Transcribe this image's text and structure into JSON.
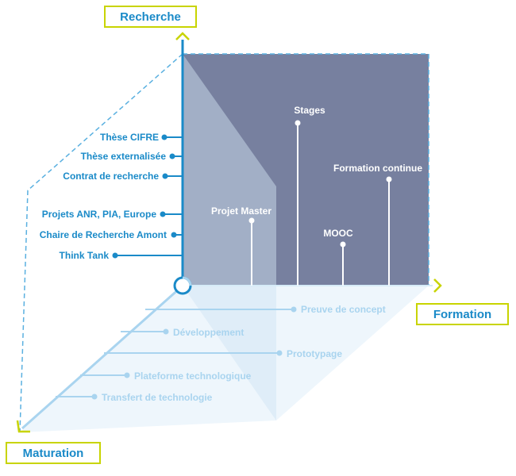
{
  "axes": {
    "recherche": "Recherche",
    "formation": "Formation",
    "maturation": "Maturation"
  },
  "recherche_items": [
    "Thèse CIFRE",
    "Thèse externalisée",
    "Contrat de recherche",
    "Projets ANR, PIA, Europe",
    "Chaire de Recherche Amont",
    "Think Tank"
  ],
  "formation_items": [
    "Projet Master",
    "Stages",
    "MOOC",
    "Formation continue"
  ],
  "maturation_items": [
    "Preuve de concept",
    "Développement",
    "Prototypage",
    "Plateforme technologique",
    "Transfert de technologie"
  ],
  "colors": {
    "blue": "#1a8ac8",
    "light_blue": "#a9d4ef",
    "slate": "#77809f",
    "lime": "#c8d400"
  }
}
